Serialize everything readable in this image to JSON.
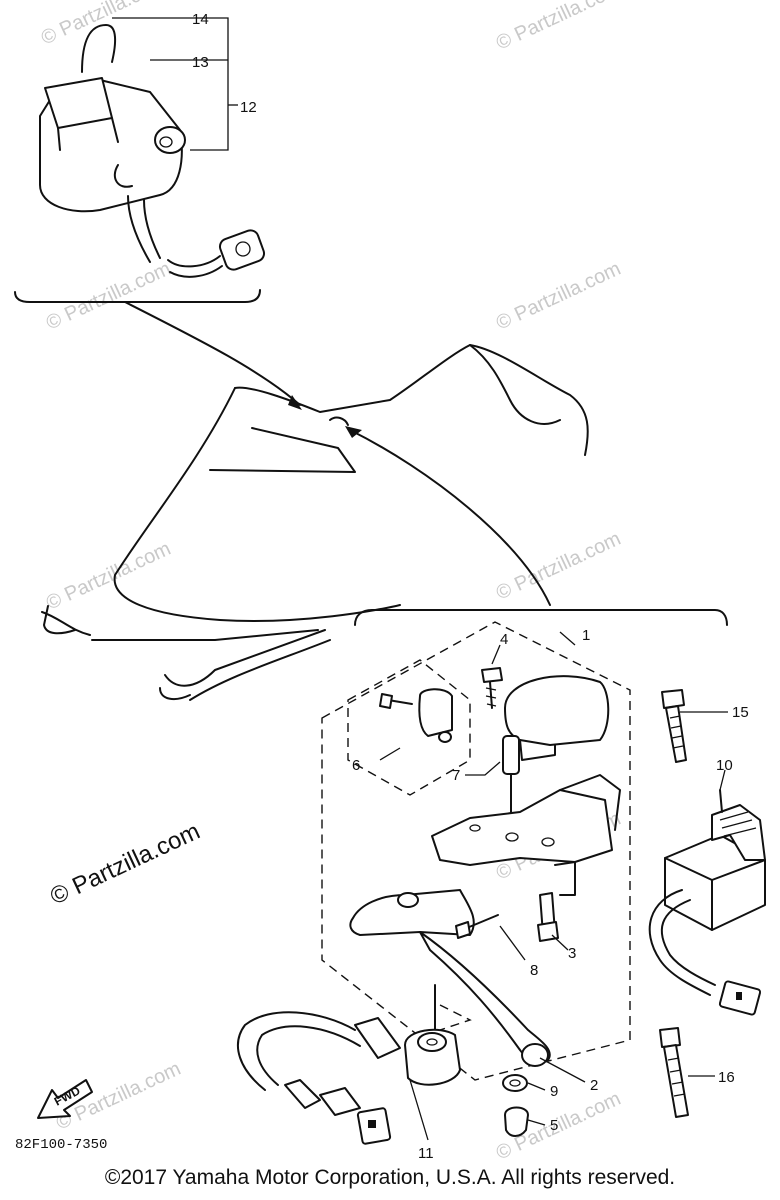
{
  "diagram": {
    "callouts": [
      "1",
      "2",
      "3",
      "4",
      "5",
      "6",
      "7",
      "8",
      "9",
      "10",
      "11",
      "12",
      "13",
      "14",
      "15",
      "16"
    ],
    "watermark": "© Partzilla.com",
    "part_code": "82F100-7350",
    "fwd_label": "FWD"
  },
  "footer": {
    "copyright": "©2017 Yamaha Motor Corporation, U.S.A. All rights reserved."
  }
}
